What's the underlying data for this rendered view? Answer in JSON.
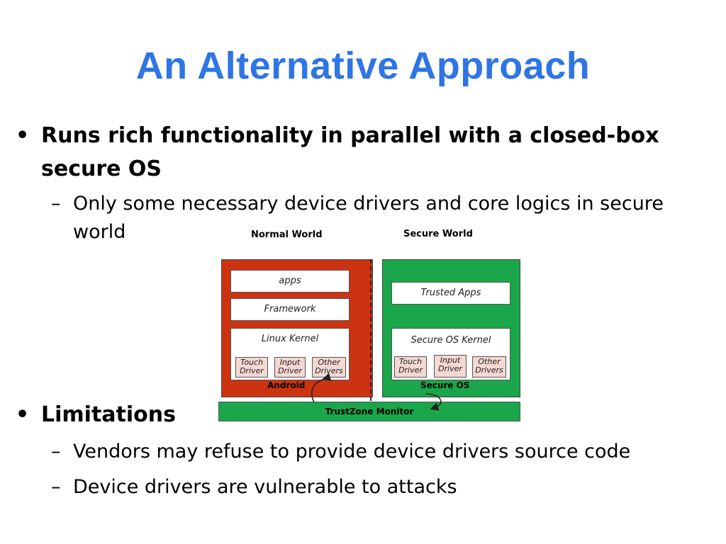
{
  "title": "An Alternative Approach",
  "bullets": [
    {
      "marker": "•",
      "text": "Runs rich functionality in parallel with a closed-box secure OS",
      "subs": [
        {
          "marker": "–",
          "text": "Only some necessary device drivers and core logics in secure world"
        }
      ]
    },
    {
      "marker": "•",
      "text": "Limitations",
      "subs": [
        {
          "marker": "–",
          "text": "Vendors may refuse to provide device drivers source code"
        },
        {
          "marker": "–",
          "text": "Device drivers are vulnerable to attacks"
        }
      ]
    }
  ],
  "diagram": {
    "normal_world": {
      "label": "Normal World",
      "apps": "apps",
      "framework": "Framework",
      "kernel": "Linux Kernel",
      "drivers": [
        "Touch Driver",
        "Input Driver",
        "Other Drivers"
      ],
      "footer": "Android"
    },
    "secure_world": {
      "label": "Secure World",
      "apps": "Trusted Apps",
      "kernel": "Secure OS Kernel",
      "drivers": [
        "Touch Driver",
        "Input Driver",
        "Other Drivers"
      ],
      "footer": "Secure OS"
    },
    "monitor": "TrustZone Monitor",
    "colors": {
      "normal": "#cc3311",
      "secure": "#1aa64a",
      "driver_fill": "#f5d8d2",
      "title": "#2e75e6"
    }
  }
}
